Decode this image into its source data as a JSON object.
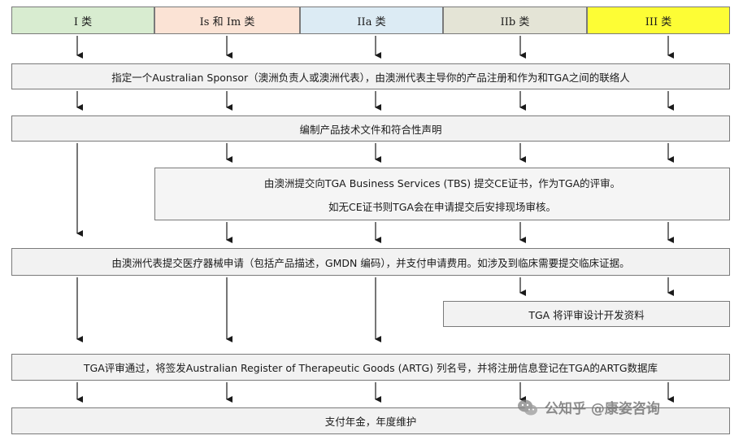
{
  "headers": [
    {
      "label": "I 类",
      "color": "#d8ecd0"
    },
    {
      "label": "Is 和 Im 类",
      "color": "#fbe3d5"
    },
    {
      "label": "IIa 类",
      "color": "#dcebf4"
    },
    {
      "label": "IIb 类",
      "color": "#e4e4d6"
    },
    {
      "label": "III 类",
      "color": "#fdfd35"
    }
  ],
  "steps": {
    "sponsor": "指定一个Australian Sponsor（澳洲负责人或澳洲代表），由澳洲代表主导你的产品注册和作为和TGA之间的联络人",
    "techfile": "编制产品技术文件和符合性声明",
    "tbs_line1": "由澳洲提交向TGA Business Services (TBS) 提交CE证书，作为TGA的评审。",
    "tbs_line2": "如无CE证书则TGA会在申请提交后安排现场审核。",
    "application": "由澳洲代表提交医疗器械申请（包括产品描述，GMDN 编码），并支付申请费用。如涉及到临床需要提交临床证据。",
    "design_review": "TGA 将评审设计开发资料",
    "artg": "TGA评审通过，将签发Australian Register of Therapeutic Goods (ARTG) 列名号，并将注册信息登记在TGA的ARTG数据库",
    "annual": "支付年金，年度维护"
  },
  "watermark": {
    "text": "公知乎 @康姿咨询",
    "icon": "wechat-icon"
  }
}
